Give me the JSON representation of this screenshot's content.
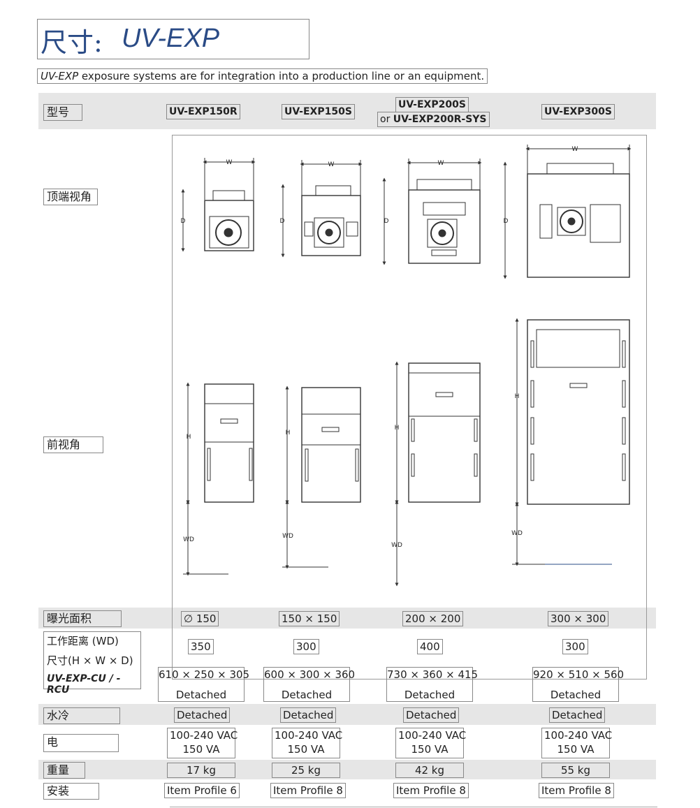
{
  "header": {
    "title_cn": "尺寸:",
    "title_model": "UV-EXP",
    "subtitle_italic": "UV-EXP",
    "subtitle_rest": " exposure systems are for integration into a production line or an equipment."
  },
  "rows": {
    "model": "型号",
    "top_view": "顶端视角",
    "front_view": "前视角",
    "exposure_area": "曝光面积",
    "work_distance": "工作距离 (WD)",
    "dimensions": "尺寸(H × W × D)",
    "control_unit": "UV-EXP-CU / -RCU",
    "water_cooling": "水冷",
    "power": "电",
    "weight": "重量",
    "mounting": "安装"
  },
  "models": [
    {
      "name": "UV-EXP150R",
      "name_prefix": "",
      "name_alt": "",
      "exposure": "∅ 150",
      "wd": "350",
      "dims": "610 × 250 × 305",
      "cu": "Detached",
      "water": "Detached",
      "voltage": "100-240 VAC",
      "power": "150 VA",
      "weight": "17 kg",
      "mount": "Item Profile 6"
    },
    {
      "name": "UV-EXP150S",
      "name_prefix": "",
      "name_alt": "",
      "exposure": "150 × 150",
      "wd": "300",
      "dims": "600 × 300 × 360",
      "cu": "Detached",
      "water": "Detached",
      "voltage": "100-240 VAC",
      "power": "150 VA",
      "weight": "25 kg",
      "mount": "Item Profile 8"
    },
    {
      "name": "UV-EXP200S",
      "name_prefix": "or ",
      "name_alt": "UV-EXP200R-SYS",
      "exposure": "200 × 200",
      "wd": "400",
      "dims": "730 × 360 × 415",
      "cu": "Detached",
      "water": "Detached",
      "voltage": "100-240 VAC",
      "power": "150 VA",
      "weight": "42 kg",
      "mount": "Item Profile 8"
    },
    {
      "name": "UV-EXP300S",
      "name_prefix": "",
      "name_alt": "",
      "exposure": "300 × 300",
      "wd": "300",
      "dims": "920 × 510 × 560",
      "cu": "Detached",
      "water": "Detached",
      "voltage": "100-240 VAC",
      "power": "150 VA",
      "weight": "55 kg",
      "mount": "Item Profile 8"
    }
  ],
  "drawing_labels": {
    "w": "W",
    "d": "D",
    "h": "H",
    "wd": "WD"
  }
}
